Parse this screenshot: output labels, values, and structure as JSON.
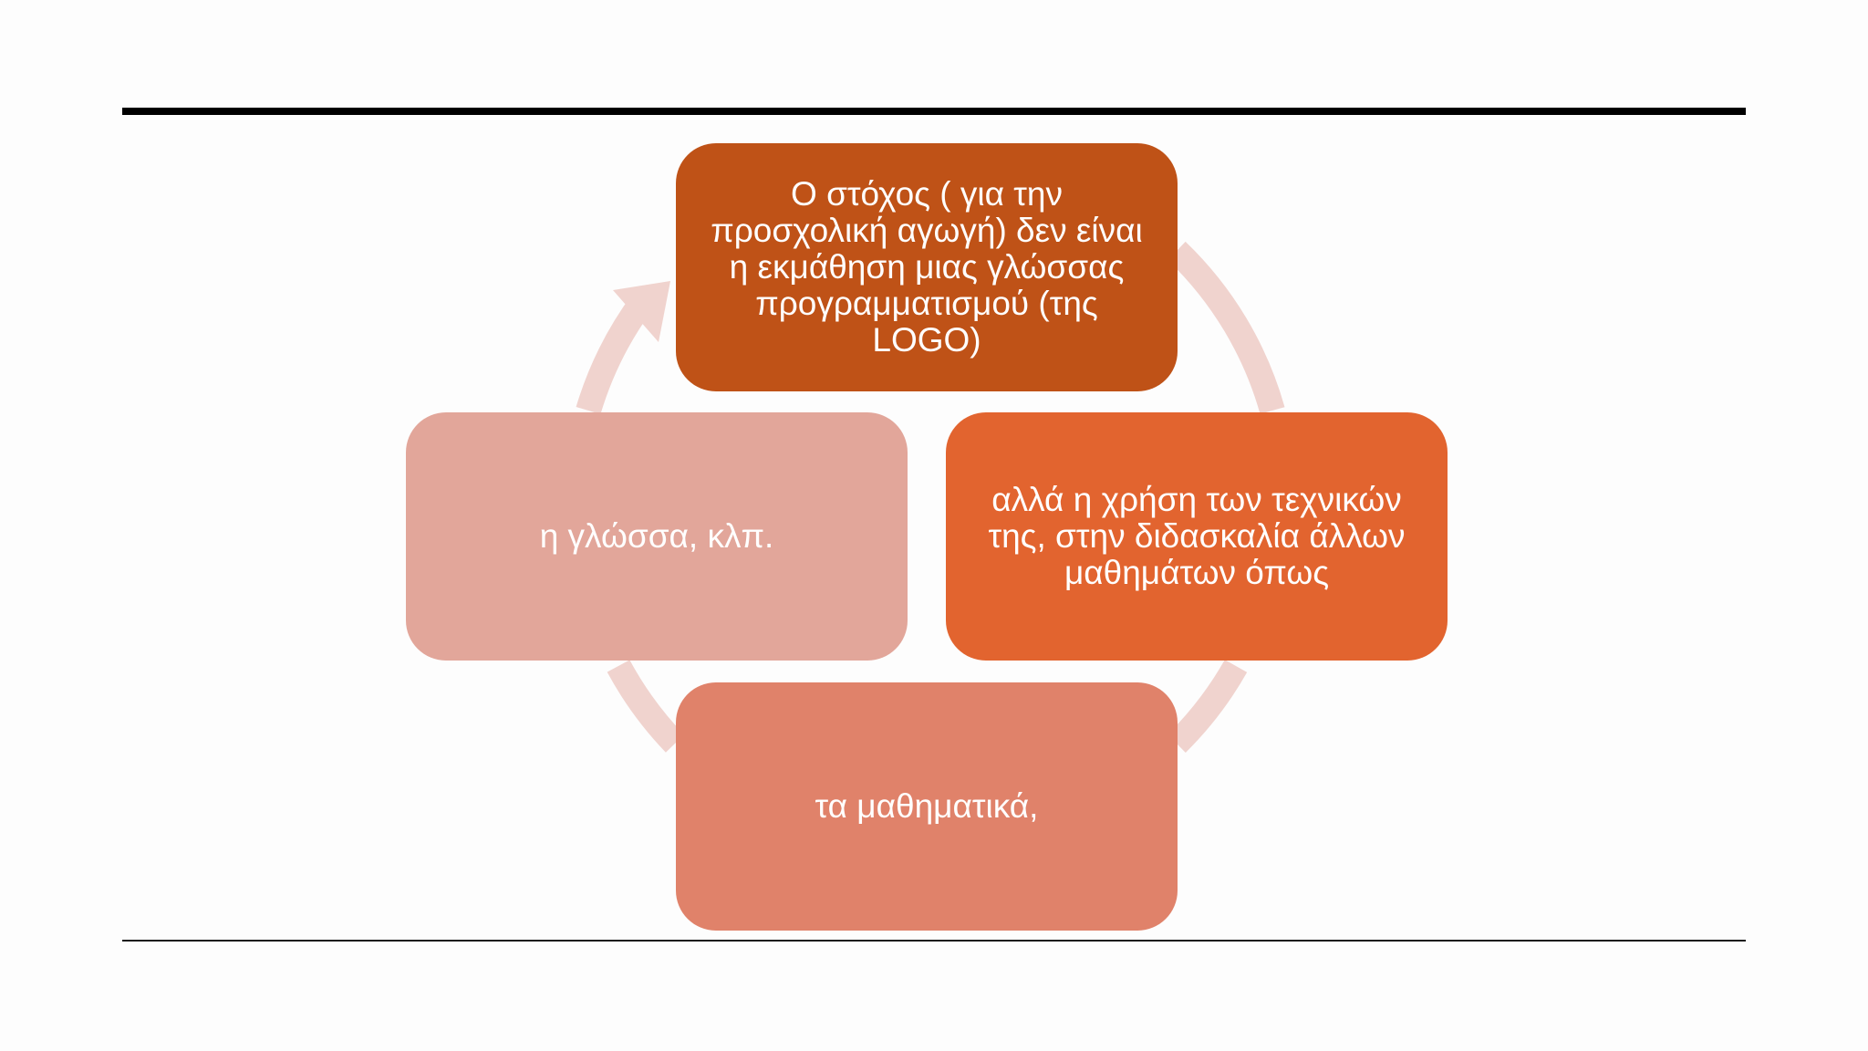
{
  "diagram": {
    "type": "cycle",
    "nodes": [
      {
        "id": "top",
        "text": "Ο στόχος ( για την προσχολική αγωγή) δεν είναι η εκμάθηση μιας γλώσσας προγραμματισμού (της LOGO)",
        "color": "#BF5217"
      },
      {
        "id": "right",
        "text": "αλλά η χρήση των τεχνικών της, στην διδασκαλία άλλων μαθημάτων όπως",
        "color": "#E2642F"
      },
      {
        "id": "bottom",
        "text": "τα μαθηματικά,",
        "color": "#E0826A"
      },
      {
        "id": "left",
        "text": "η γλώσσα, κλπ.",
        "color": "#E2A69A"
      }
    ],
    "arrow_color": "#F0D3CE"
  }
}
